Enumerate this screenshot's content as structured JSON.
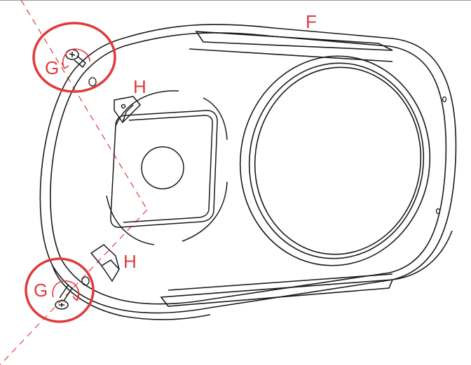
{
  "diagram": {
    "labels": {
      "frame": "F",
      "screw_top": "G",
      "screw_bottom": "G",
      "clip_top": "H",
      "clip_bottom": "H"
    },
    "colors": {
      "line": "#1a1a1a",
      "callout": "#e03a3e",
      "guide": "#e03a3e",
      "background": "#ffffff"
    },
    "icons": [
      "screw-icon",
      "rotate-arrow-icon",
      "mounting-clip-icon"
    ]
  }
}
